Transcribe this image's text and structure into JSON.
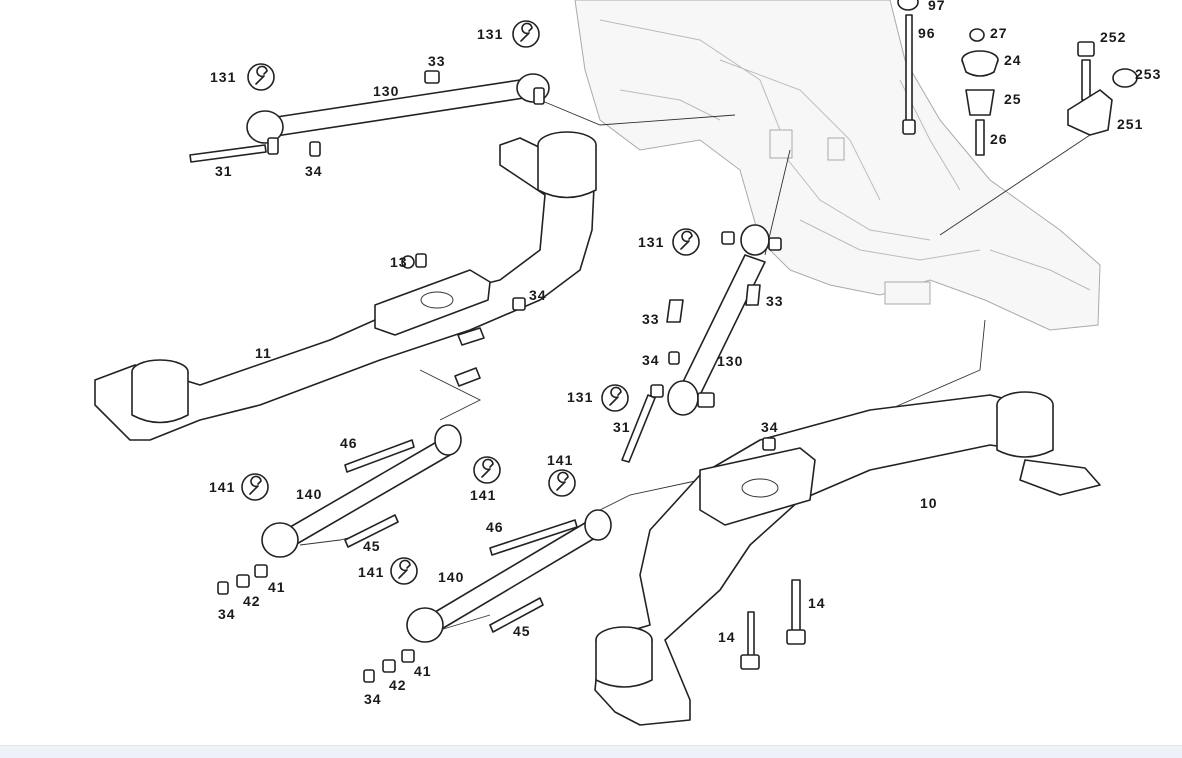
{
  "diagram": {
    "labels": {
      "p97": "97",
      "p96": "96",
      "p27": "27",
      "p24": "24",
      "p25": "25",
      "p26": "26",
      "p252": "252",
      "p253": "253",
      "p251": "251",
      "p131a": "131",
      "p131b": "131",
      "p33a": "33",
      "p130a": "130",
      "p31a": "31",
      "p34a": "34",
      "p13": "13",
      "p34b": "34",
      "p11": "11",
      "p131c": "131",
      "p33b": "33",
      "p33c": "33",
      "p34c": "34",
      "p130b": "130",
      "p131d": "131",
      "p31b": "31",
      "p46a": "46",
      "p141a": "141",
      "p141b": "141",
      "p140a": "140",
      "p45a": "45",
      "p41a": "41",
      "p42a": "42",
      "p34d": "34",
      "p141c": "141",
      "p46b": "46",
      "p141d": "141",
      "p140b": "140",
      "p45b": "45",
      "p41b": "41",
      "p42b": "42",
      "p34e": "34",
      "p34f": "34",
      "p10": "10",
      "p14a": "14",
      "p14b": "14"
    },
    "icons": [
      "wrench-icon"
    ],
    "colors": {
      "ink": "#222222",
      "ghost": "#aaaaaa",
      "footer": "#eef2f8"
    }
  }
}
